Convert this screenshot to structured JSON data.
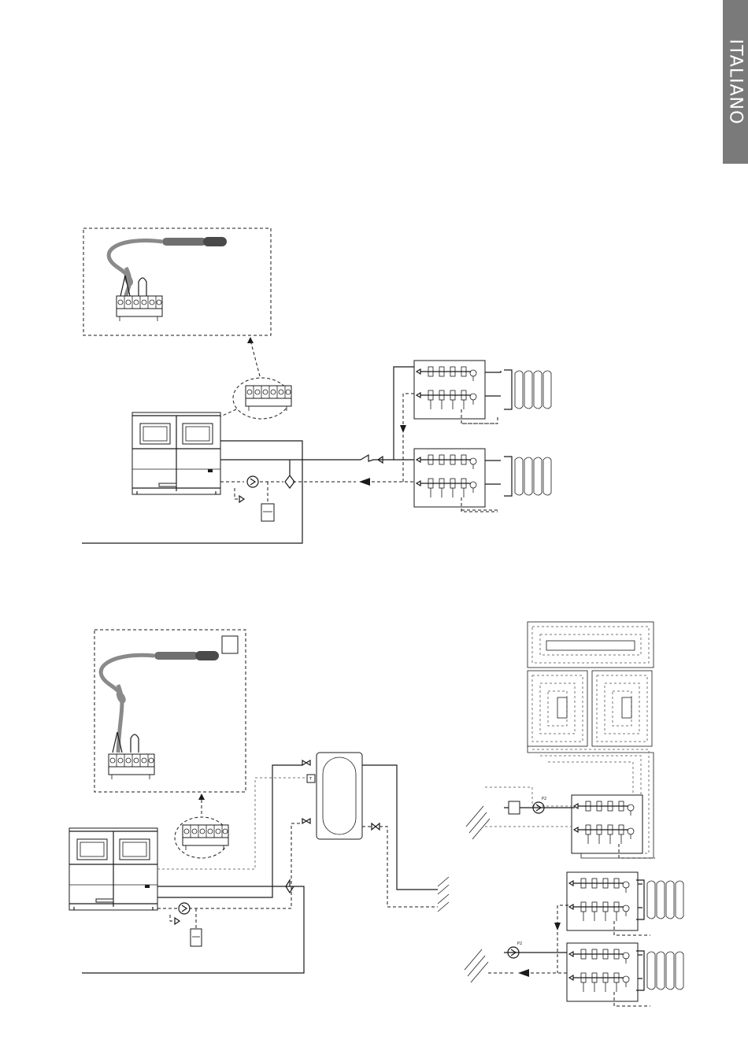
{
  "side_tab": {
    "label": "ITALIANO"
  },
  "colors": {
    "tab_bg": "#7a7a7a",
    "tab_text": "#ffffff",
    "line": "#1a1a1a",
    "probe_cable": "#8a8a8a"
  },
  "diagrams": [
    {
      "id": "diagram-1",
      "callout_labels": []
    },
    {
      "id": "diagram-2",
      "tag_text": "T",
      "pump_labels": [
        "P2",
        "P2"
      ]
    }
  ]
}
